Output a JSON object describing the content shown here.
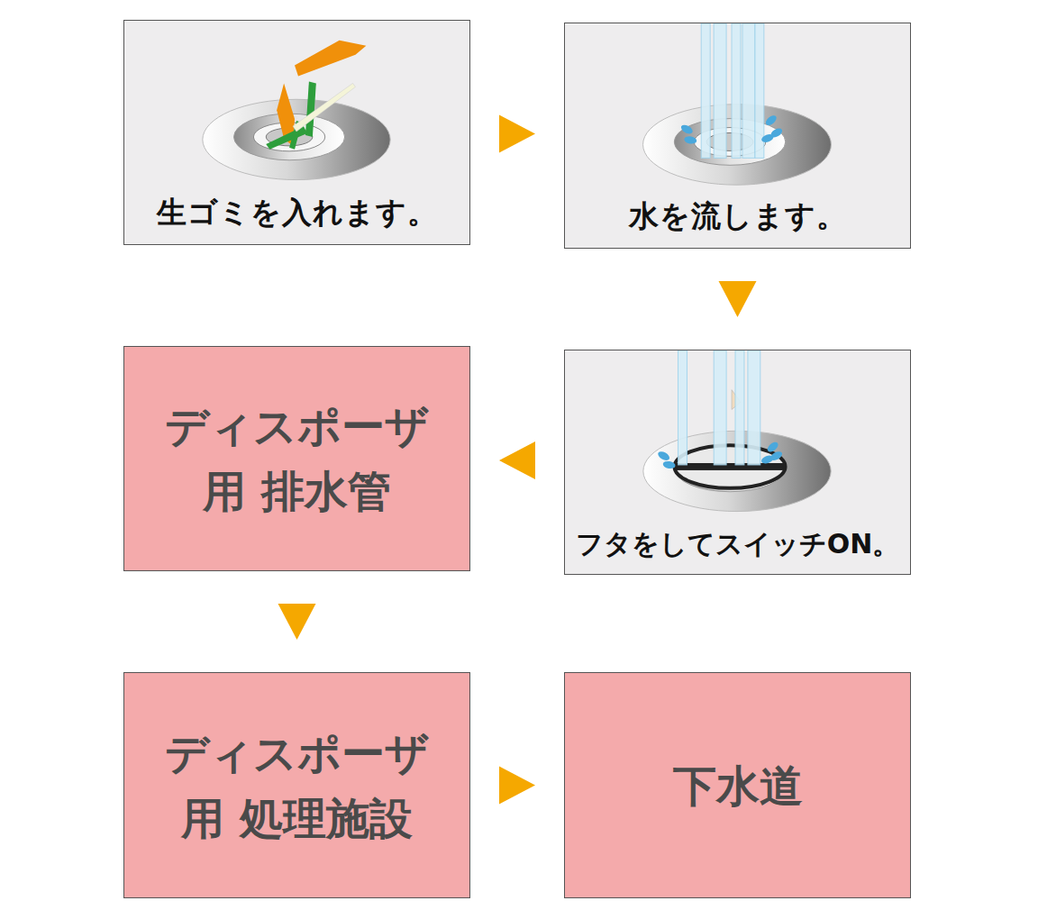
{
  "diagram": {
    "nodes": [
      {
        "text": [
          "生ゴミを入れます。"
        ]
      },
      {
        "text": [
          "水を流します。"
        ]
      },
      {
        "text": [
          "フタをしてスイッチON。"
        ]
      },
      {
        "text": [
          "ディスポーザ用 排水管"
        ]
      },
      {
        "text": [
          "ディスポーザ用 処理施設"
        ]
      },
      {
        "text": [
          "下水道"
        ]
      }
    ],
    "edges": [
      {
        "from": 0,
        "to": 1,
        "arrow": "to"
      },
      {
        "from": 1,
        "to": 2,
        "arrow": "to"
      },
      {
        "from": 2,
        "to": 3,
        "arrow": "to"
      },
      {
        "from": 3,
        "to": 4,
        "arrow": "to"
      },
      {
        "from": 4,
        "to": 5,
        "arrow": "to"
      }
    ]
  }
}
